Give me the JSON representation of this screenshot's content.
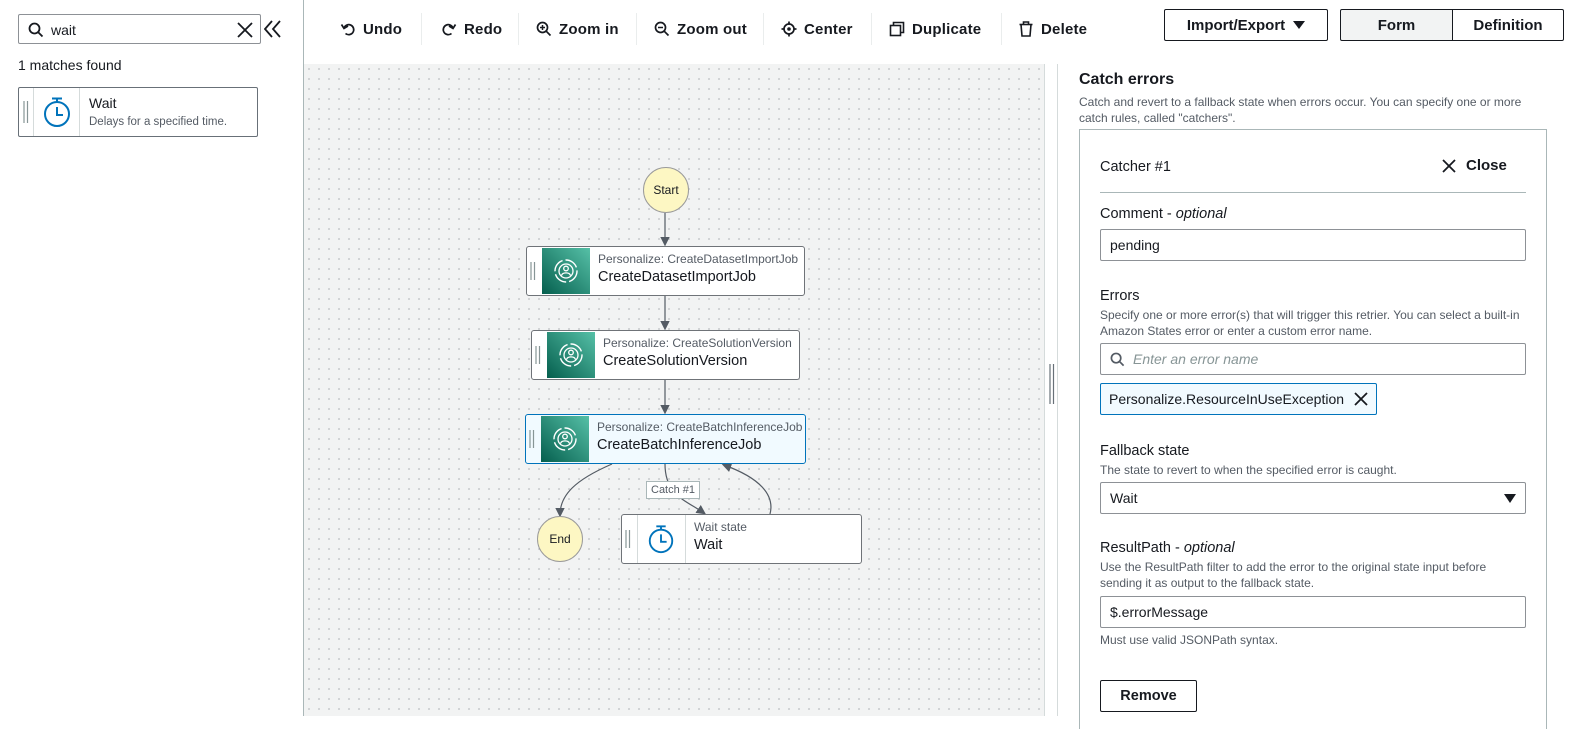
{
  "search": {
    "value": "wait",
    "matches_text": "1 matches found"
  },
  "result": {
    "title": "Wait",
    "description": "Delays for a specified time."
  },
  "toolbar": {
    "undo": "Undo",
    "redo": "Redo",
    "zoom_in": "Zoom in",
    "zoom_out": "Zoom out",
    "center": "Center",
    "duplicate": "Duplicate",
    "delete": "Delete",
    "import_export": "Import/Export",
    "form_tab": "Form",
    "definition_tab": "Definition"
  },
  "canvas": {
    "start": "Start",
    "end": "End",
    "nodes": [
      {
        "subtitle": "Personalize: CreateDatasetImportJob",
        "title": "CreateDatasetImportJob",
        "icon": "personalize-icon"
      },
      {
        "subtitle": "Personalize: CreateSolutionVersion",
        "title": "CreateSolutionVersion",
        "icon": "personalize-icon"
      },
      {
        "subtitle": "Personalize: CreateBatchInferenceJob",
        "title": "CreateBatchInferenceJob",
        "icon": "personalize-icon"
      },
      {
        "subtitle": "Wait state",
        "title": "Wait",
        "icon": "timer-icon"
      }
    ],
    "catch_label": "Catch #1"
  },
  "panel": {
    "title": "Catch errors",
    "description": "Catch and revert to a fallback state when errors occur. You can specify one or more catch rules, called \"catchers\".",
    "catcher": {
      "title": "Catcher #1",
      "close": "Close",
      "comment_label": "Comment",
      "comment_optional": "optional",
      "comment_value": "pending",
      "errors_label": "Errors",
      "errors_desc": "Specify one or more error(s) that will trigger this retrier. You can select a built-in Amazon States error or enter a custom error name.",
      "errors_placeholder": "Enter an error name",
      "error_token": "Personalize.ResourceInUseException",
      "fallback_label": "Fallback state",
      "fallback_desc": "The state to revert to when the specified error is caught.",
      "fallback_value": "Wait",
      "resultpath_label": "ResultPath",
      "resultpath_optional": "optional",
      "resultpath_desc": "Use the ResultPath filter to add the error to the original state input before sending it as output to the fallback state.",
      "resultpath_value": "$.errorMessage",
      "resultpath_hint": "Must use valid JSONPath syntax.",
      "remove": "Remove"
    }
  },
  "colors": {
    "selected_border": "#0073bb",
    "selected_bg": "#f1faff",
    "circle_fill": "#fdf7c3",
    "service_icon_dark": "#055f4e",
    "service_icon_light": "#56c0a7",
    "timer_icon": "#0073bb"
  }
}
